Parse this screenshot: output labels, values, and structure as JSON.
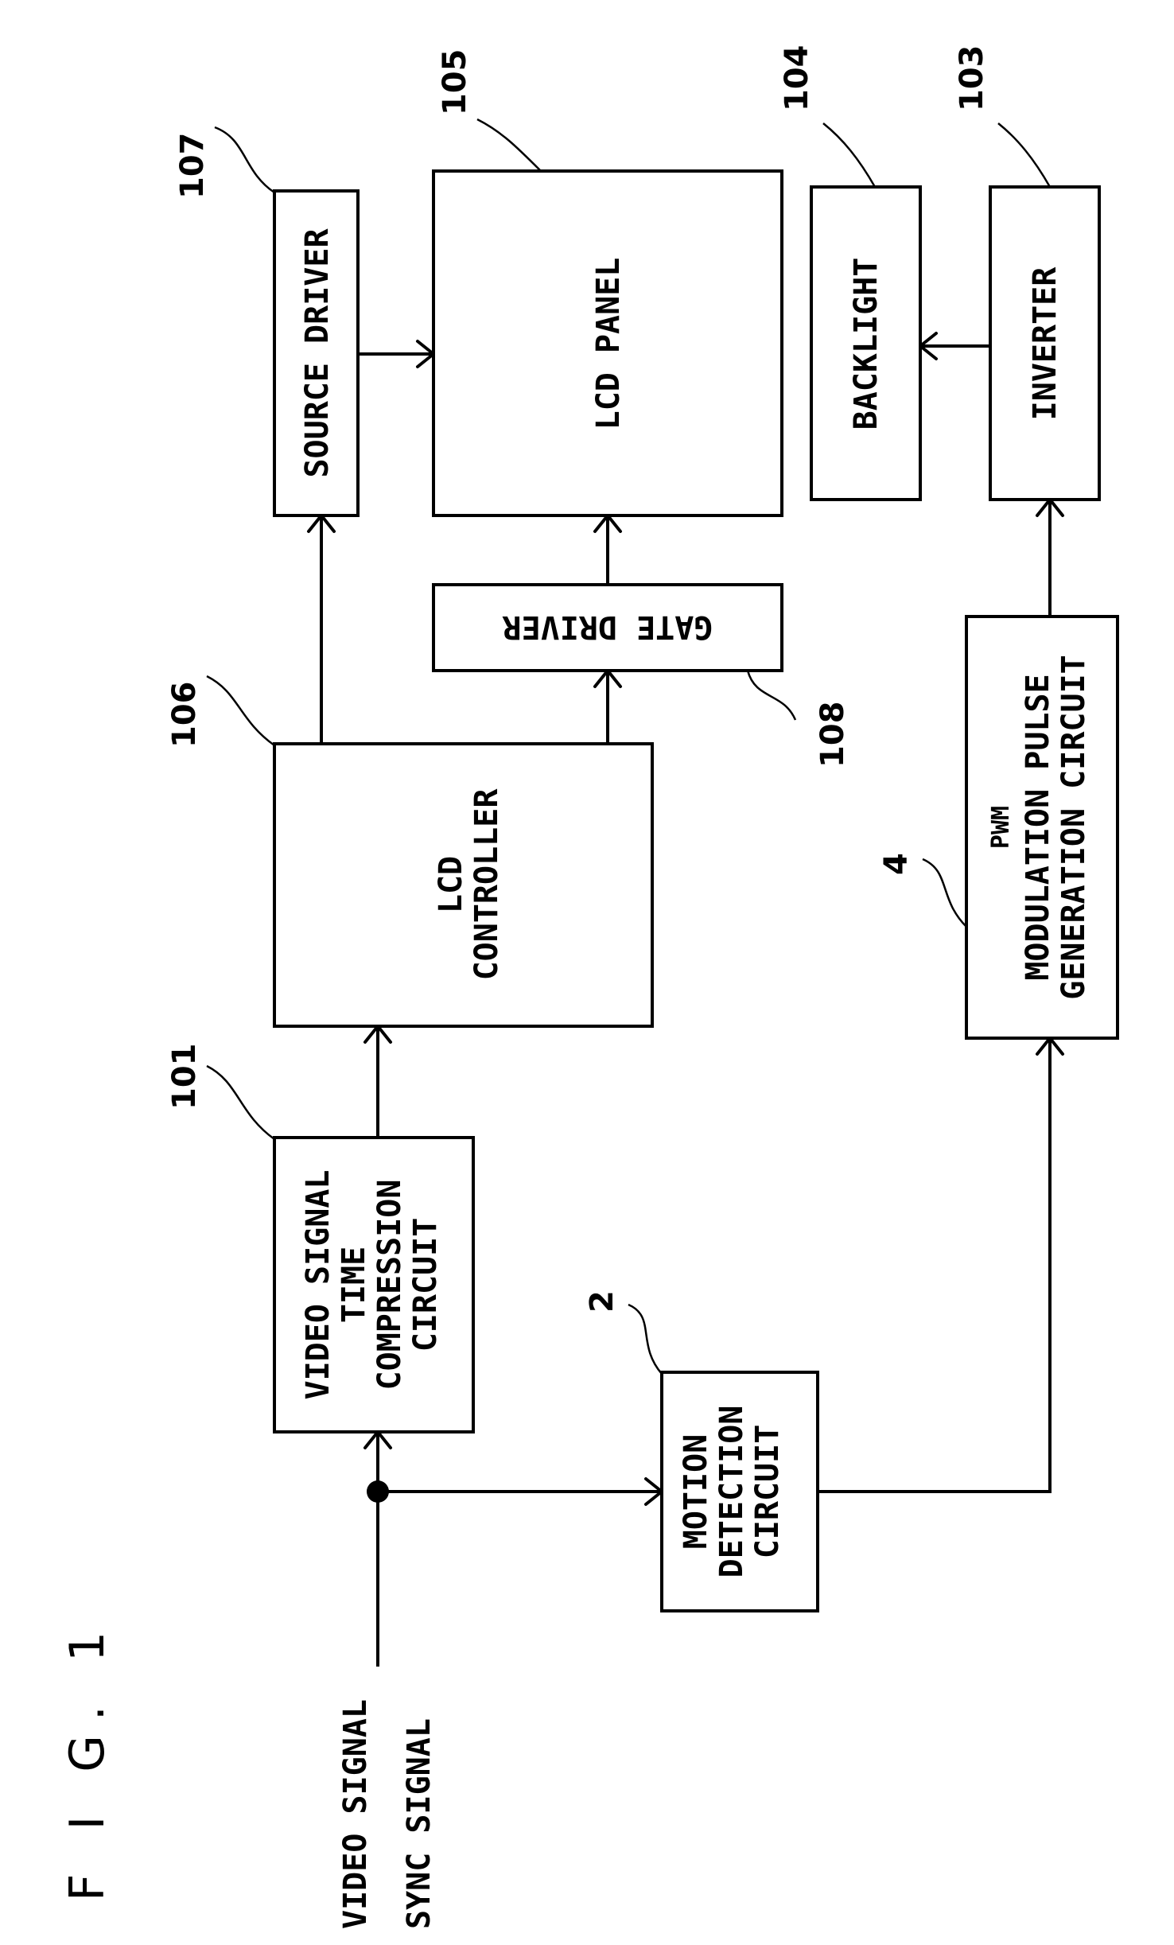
{
  "figure": {
    "label": "F I G. 1"
  },
  "inputs": {
    "line1": "VIDEO SIGNAL",
    "line2": "SYNC SIGNAL"
  },
  "blocks": {
    "video_compression": {
      "ref": "101",
      "lines": [
        "VIDEO SIGNAL",
        "TIME",
        "COMPRESSION",
        "CIRCUIT"
      ]
    },
    "motion_detection": {
      "ref": "2",
      "lines": [
        "MOTION",
        "DETECTION",
        "CIRCUIT"
      ]
    },
    "lcd_controller": {
      "ref": "106",
      "lines": [
        "LCD",
        "CONTROLLER"
      ]
    },
    "pwm_generation": {
      "ref": "4",
      "lines": [
        "PWM",
        "MODULATION PULSE",
        "GENERATION CIRCUIT"
      ]
    },
    "source_driver": {
      "ref": "107",
      "label": "SOURCE DRIVER"
    },
    "gate_driver": {
      "ref": "108",
      "label": "GATE DRIVER"
    },
    "lcd_panel": {
      "ref": "105",
      "label": "LCD PANEL"
    },
    "backlight": {
      "ref": "104",
      "label": "BACKLIGHT"
    },
    "inverter": {
      "ref": "103",
      "label": "INVERTER"
    }
  }
}
